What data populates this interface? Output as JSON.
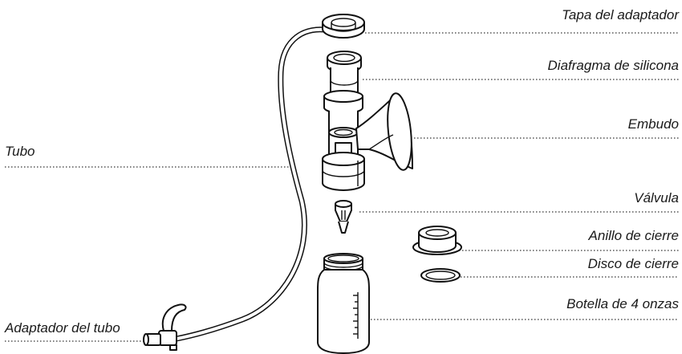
{
  "labels": {
    "tapa": "Tapa del adaptador",
    "diafragma": "Diafragma de silicona",
    "embudo": "Embudo",
    "tubo": "Tubo",
    "valvula": "Válvula",
    "anillo": "Anillo de cierre",
    "disco": "Disco de cierre",
    "botella": "Botella de 4 onzas",
    "adaptador_tubo": "Adaptador del tubo"
  }
}
